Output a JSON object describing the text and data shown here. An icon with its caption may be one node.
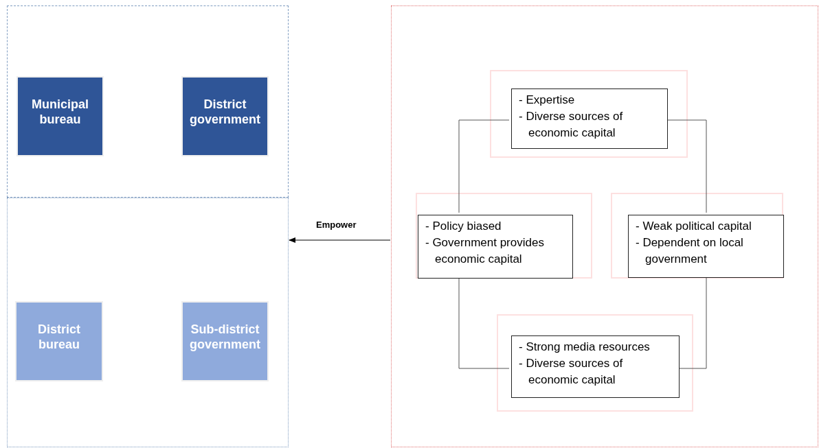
{
  "diagram": {
    "nodes": [
      {
        "text": [],
        "shape": "box"
      },
      {
        "text": [
          "Municipal bureau"
        ],
        "in": 0
      },
      {
        "text": [
          "District government"
        ],
        "in": 0
      },
      {
        "text": [],
        "shape": "box"
      },
      {
        "text": [
          "District bureau"
        ],
        "in": 3
      },
      {
        "text": [
          "Sub-district government"
        ],
        "in": 3
      },
      {
        "text": [],
        "shape": "box"
      },
      {
        "text": [],
        "shape": "box",
        "in": 6
      },
      {
        "text": [
          "- Expertise",
          "- Diverse sources of economic capital"
        ],
        "in": 7
      },
      {
        "text": [],
        "shape": "box",
        "in": 6
      },
      {
        "text": [
          "- Policy biased",
          "- Government provides economic capital"
        ],
        "in": 9
      },
      {
        "text": [],
        "shape": "box",
        "in": 6
      },
      {
        "text": [
          "- Weak political capital",
          "- Dependent on local government"
        ],
        "in": 11
      },
      {
        "text": [],
        "shape": "box",
        "in": 6
      },
      {
        "text": [
          "- Strong media resources",
          "- Diverse sources of economic capital"
        ],
        "in": 13
      }
    ],
    "edges": [
      {
        "from": 6,
        "to": 3,
        "arrow": "to",
        "label": "Empower"
      },
      {
        "from": 8,
        "to": 10,
        "arrow": "none"
      },
      {
        "from": 8,
        "to": 12,
        "arrow": "none"
      },
      {
        "from": 10,
        "to": 14,
        "arrow": "none"
      },
      {
        "from": 12,
        "to": 14,
        "arrow": "none"
      }
    ]
  }
}
